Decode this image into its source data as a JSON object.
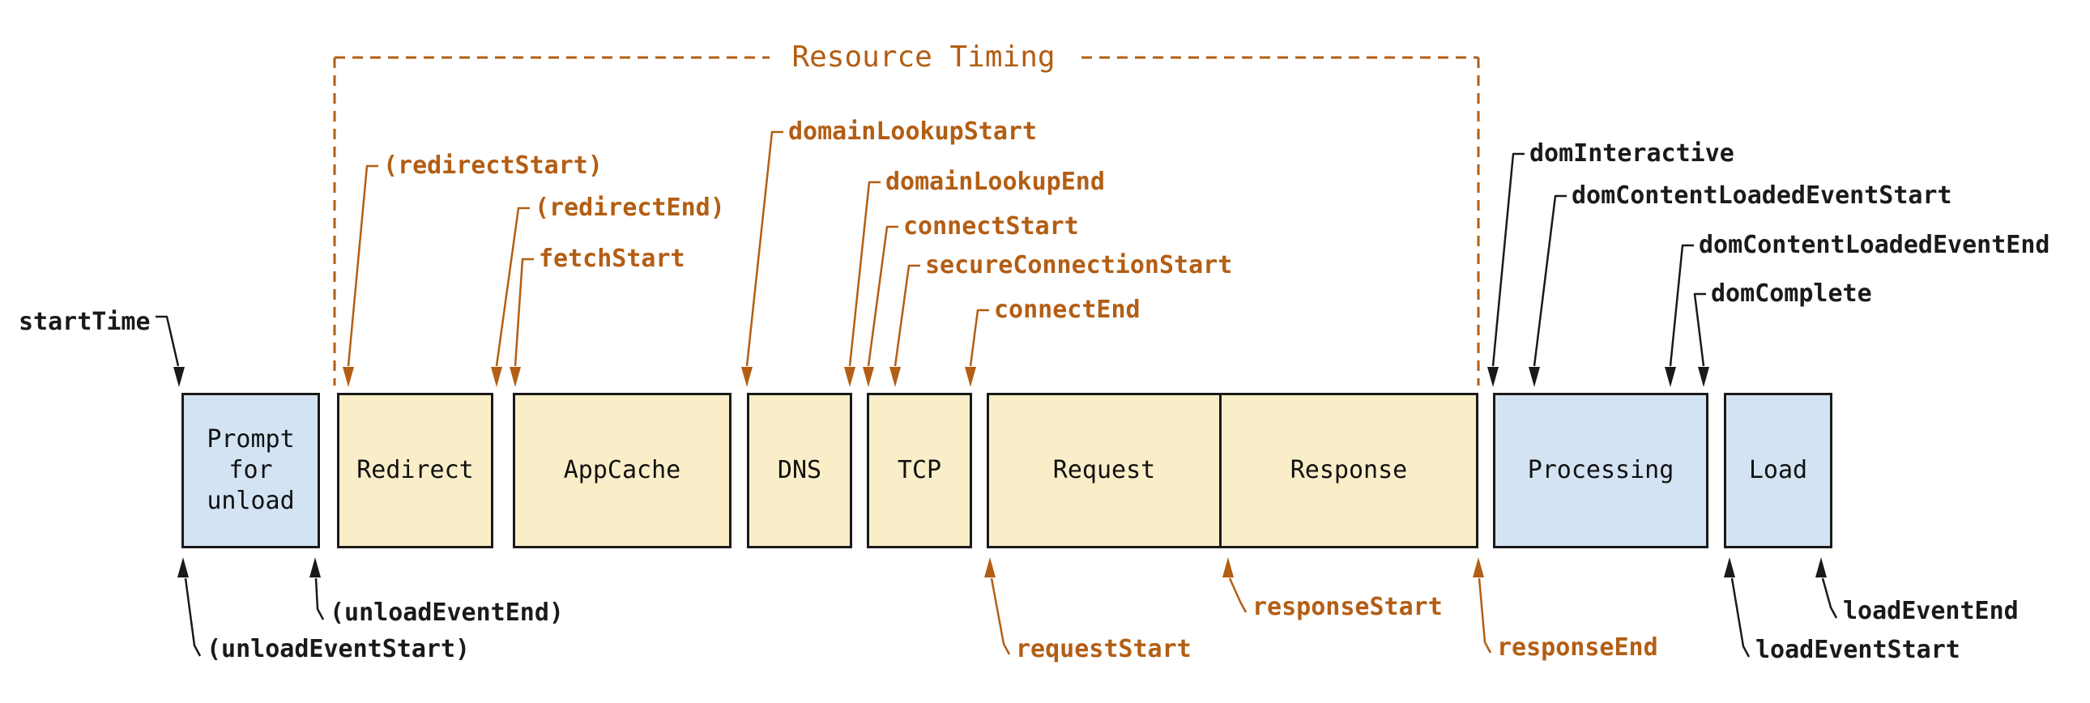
{
  "title": "Resource Timing",
  "colors": {
    "resource_timing_orange": "#B35E14",
    "navigation_timing_black": "#1A1A1A",
    "network_phase_fill": "#FAEEC9",
    "browser_phase_fill": "#D3E3F3",
    "box_border": "#1A1A1A"
  },
  "phases": [
    {
      "label": "Prompt for unload",
      "fill": "blue"
    },
    {
      "label": "Redirect",
      "fill": "yellow"
    },
    {
      "label": "AppCache",
      "fill": "yellow"
    },
    {
      "label": "DNS",
      "fill": "yellow"
    },
    {
      "label": "TCP",
      "fill": "yellow"
    },
    {
      "label": "Request",
      "fill": "yellow"
    },
    {
      "label": "Response",
      "fill": "yellow"
    },
    {
      "label": "Processing",
      "fill": "blue"
    },
    {
      "label": "Load",
      "fill": "blue"
    }
  ],
  "events": {
    "start_time": "startTime",
    "unload_event_start": "(unloadEventStart)",
    "unload_event_end": "(unloadEventEnd)",
    "redirect_start": "(redirectStart)",
    "redirect_end": "(redirectEnd)",
    "fetch_start": "fetchStart",
    "domain_lookup_start": "domainLookupStart",
    "domain_lookup_end": "domainLookupEnd",
    "connect_start": "connectStart",
    "secure_connection_start": "secureConnectionStart",
    "connect_end": "connectEnd",
    "request_start": "requestStart",
    "response_start": "responseStart",
    "response_end": "responseEnd",
    "dom_interactive": "domInteractive",
    "dom_content_loaded_event_start": "domContentLoadedEventStart",
    "dom_content_loaded_event_end": "domContentLoadedEventEnd",
    "dom_complete": "domComplete",
    "load_event_start": "loadEventStart",
    "load_event_end": "loadEventEnd"
  }
}
